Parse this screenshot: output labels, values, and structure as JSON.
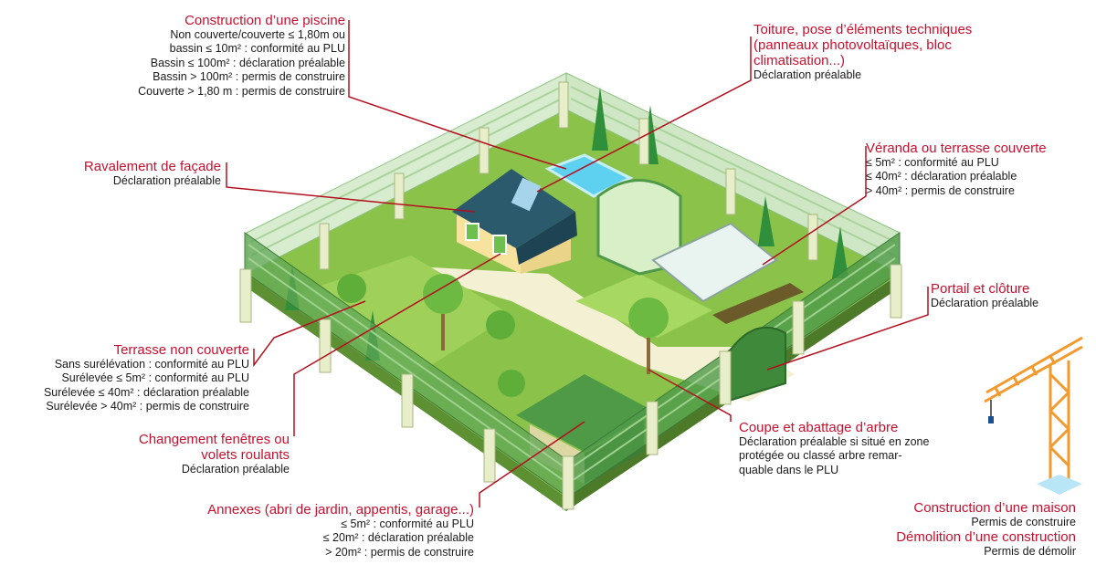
{
  "annotations": {
    "piscine": {
      "title": "Construction d’une piscine",
      "lines": [
        "Non couverte/couverte ≤ 1,80m ou",
        "bassin ≤ 10m² : conformité au PLU",
        "Bassin ≤ 100m² : déclaration préalable",
        "Bassin > 100m² : permis de construire",
        "Couverte > 1,80 m : permis de construire"
      ]
    },
    "toiture": {
      "title": [
        "Toiture, pose d’éléments techniques",
        "(panneaux photovoltaïques, bloc",
        "climatisation...)"
      ],
      "lines": [
        "Déclaration préalable"
      ]
    },
    "ravalement": {
      "title": "Ravalement de façade",
      "lines": [
        "Déclaration préalable"
      ]
    },
    "veranda": {
      "title": "Véranda ou terrasse couverte",
      "lines": [
        "≤ 5m² : conformité au PLU",
        "≤ 40m² : déclaration préalable",
        "> 40m² : permis de construire"
      ]
    },
    "portail": {
      "title": "Portail et clôture",
      "lines": [
        "Déclaration préalable"
      ]
    },
    "terrasse": {
      "title": "Terrasse non couverte",
      "lines": [
        "Sans surélévation : conformité au PLU",
        "Surélevée ≤ 5m² : conformité au PLU",
        "Surélevée ≤ 40m² : déclaration préalable",
        "Surélevée > 40m² : permis de construire"
      ]
    },
    "fenetres": {
      "title": [
        "Changement fenêtres ou",
        "volets roulants"
      ],
      "lines": [
        "Déclaration préalable"
      ]
    },
    "arbre": {
      "title": "Coupe et abattage d’arbre",
      "lines": [
        "Déclaration préalable si situé en zone",
        "protégée ou classé arbre remar-",
        "quable dans le PLU"
      ]
    },
    "annexes": {
      "title": "Annexes (abri de jardin, appentis, garage...)",
      "lines": [
        "≤ 5m² : conformité au PLU",
        "≤ 20m² : déclaration préalable",
        "> 20m² : permis de construire"
      ]
    },
    "maison": {
      "title": "Construction d’une maison",
      "lines": [
        "Permis de construire"
      ]
    },
    "demolition": {
      "title": "Démolition d’une construction",
      "lines": [
        "Permis de démolir"
      ]
    }
  },
  "colors": {
    "title_red": "#c8102e",
    "leader_red": "#b3101f",
    "grass": "#7cc242",
    "fence": "#4e9a49",
    "crane": "#f29a2e"
  }
}
